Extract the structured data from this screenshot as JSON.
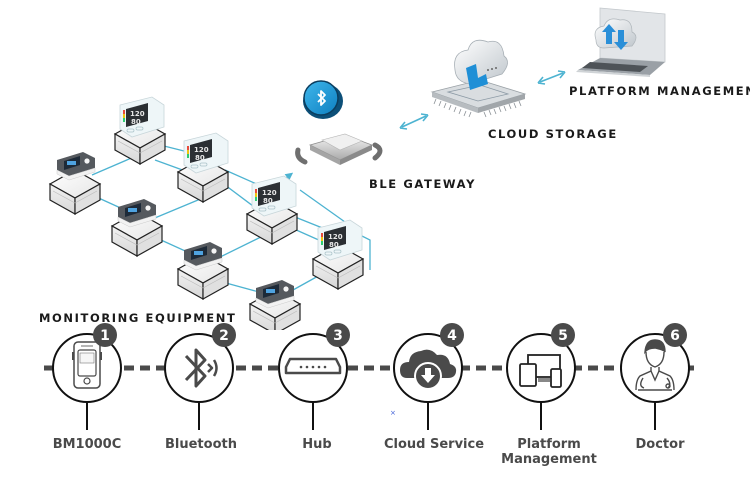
{
  "top_diagram": {
    "labels": {
      "monitoring_equipment": "MONITORING EQUIPMENT",
      "ble_gateway": "BLE GATEWAY",
      "cloud_storage": "CLOUD STORAGE",
      "platform_management": "PLATFORM MANAGEMENT"
    },
    "devices": [
      {
        "type": "blood-pressure-monitor",
        "screen": [
          "120",
          "80"
        ]
      },
      {
        "type": "blood-pressure-monitor",
        "screen": [
          "120",
          "80"
        ]
      },
      {
        "type": "blood-pressure-monitor",
        "screen": [
          "120",
          "80"
        ]
      },
      {
        "type": "blood-pressure-monitor",
        "screen": [
          "120",
          "80"
        ]
      },
      {
        "type": "pulse-oximeter"
      },
      {
        "type": "pulse-oximeter"
      },
      {
        "type": "pulse-oximeter"
      },
      {
        "type": "pulse-oximeter"
      }
    ],
    "colors": {
      "link": "#4db3d1",
      "bluetooth_badge": "#1e9bd7"
    }
  },
  "flow": {
    "steps": [
      {
        "number": "1",
        "label": "BM1000C",
        "icon": "pulse-oximeter-icon"
      },
      {
        "number": "2",
        "label": "Bluetooth",
        "icon": "bluetooth-icon"
      },
      {
        "number": "3",
        "label": "Hub",
        "icon": "hub-icon"
      },
      {
        "number": "4",
        "label": "Cloud Service",
        "icon": "cloud-download-icon"
      },
      {
        "number": "5",
        "label": "Platform Management",
        "label_lines": [
          "Platform",
          "Management"
        ],
        "icon": "devices-icon"
      },
      {
        "number": "6",
        "label": "Doctor",
        "icon": "doctor-icon"
      }
    ],
    "colors": {
      "line": "#4a4a4a",
      "badge": "#4a4a4a",
      "text": "#4a4a4a"
    }
  },
  "misc": {
    "stray_mark": "×"
  }
}
